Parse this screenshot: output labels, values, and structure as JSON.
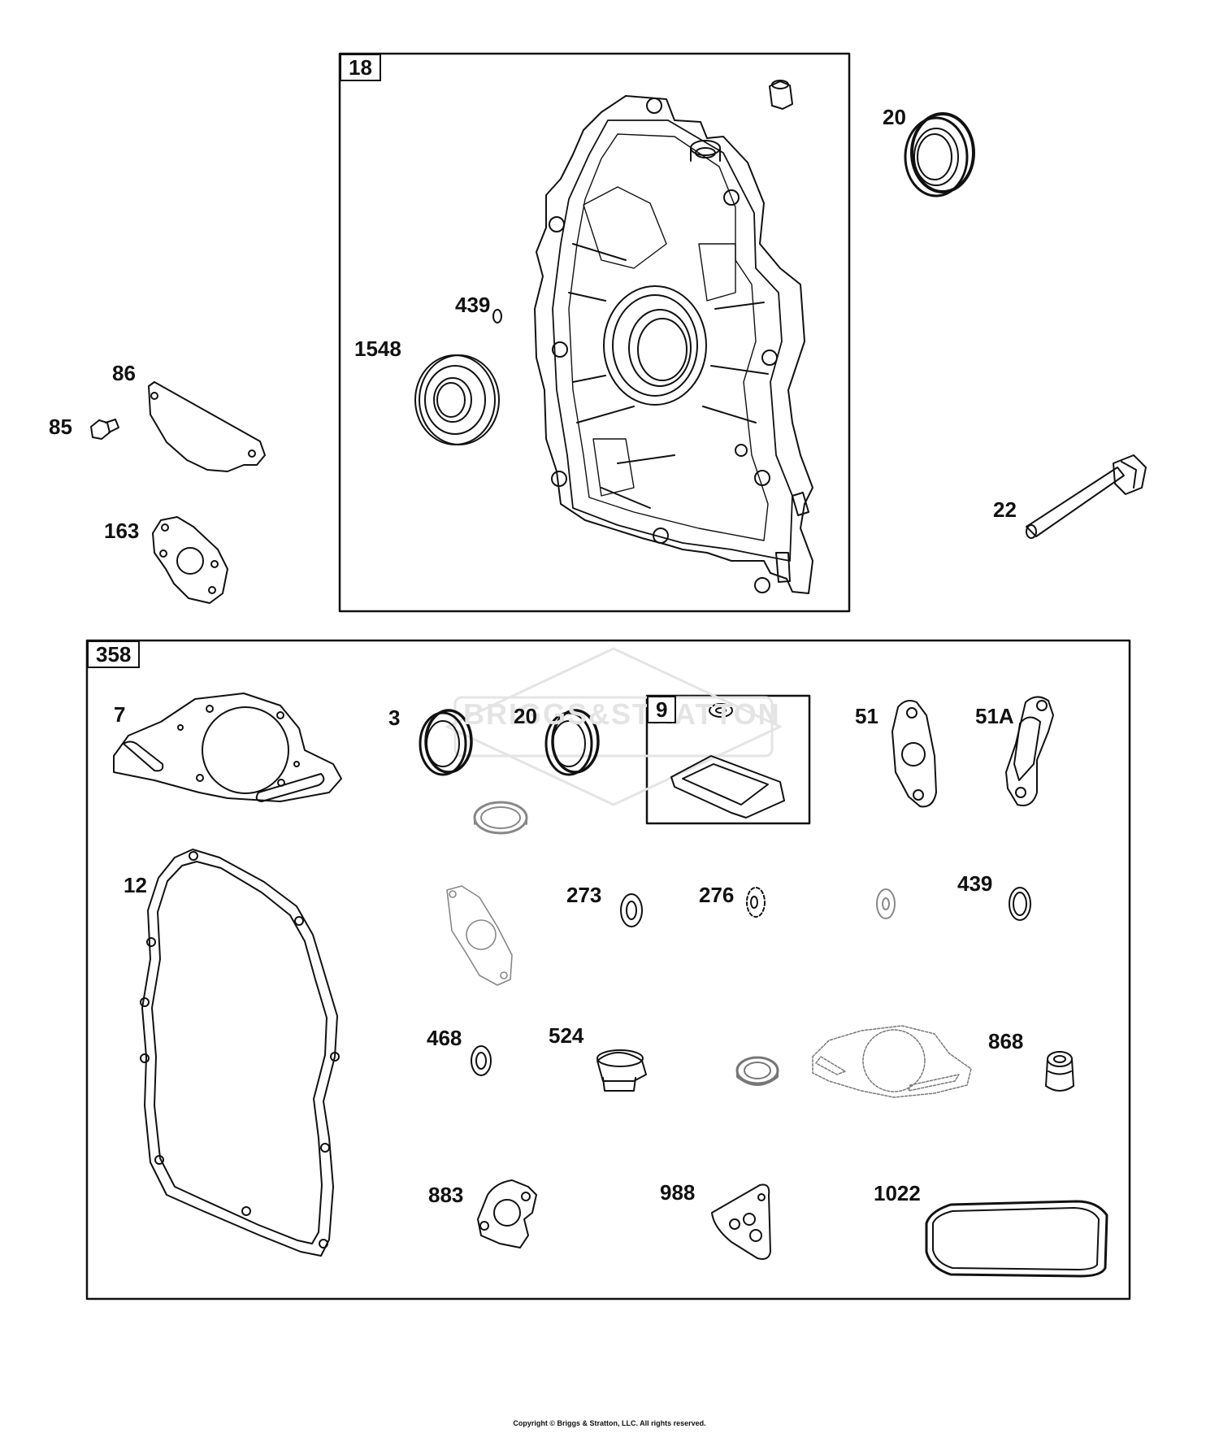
{
  "diagram": {
    "groups": {
      "g18": "18",
      "g358": "358",
      "g9": "9"
    },
    "parts": {
      "p20a": "20",
      "p439a": "439",
      "p1548": "1548",
      "p86": "86",
      "p85": "85",
      "p163": "163",
      "p22": "22",
      "p7": "7",
      "p3": "3",
      "p20b": "20",
      "p51": "51",
      "p51a": "51A",
      "p12": "12",
      "p273": "273",
      "p276": "276",
      "p439b": "439",
      "p468": "468",
      "p524": "524",
      "p868": "868",
      "p883": "883",
      "p988": "988",
      "p1022": "1022"
    },
    "watermark": "BRIGGS&STRATTON",
    "copyright": "Copyright © Briggs & Stratton, LLC. All rights reserved."
  },
  "colors": {
    "line": "#111111",
    "fill": "#ffffff",
    "faint": "#9a9a9a",
    "watermark": "#e4e4e4"
  }
}
